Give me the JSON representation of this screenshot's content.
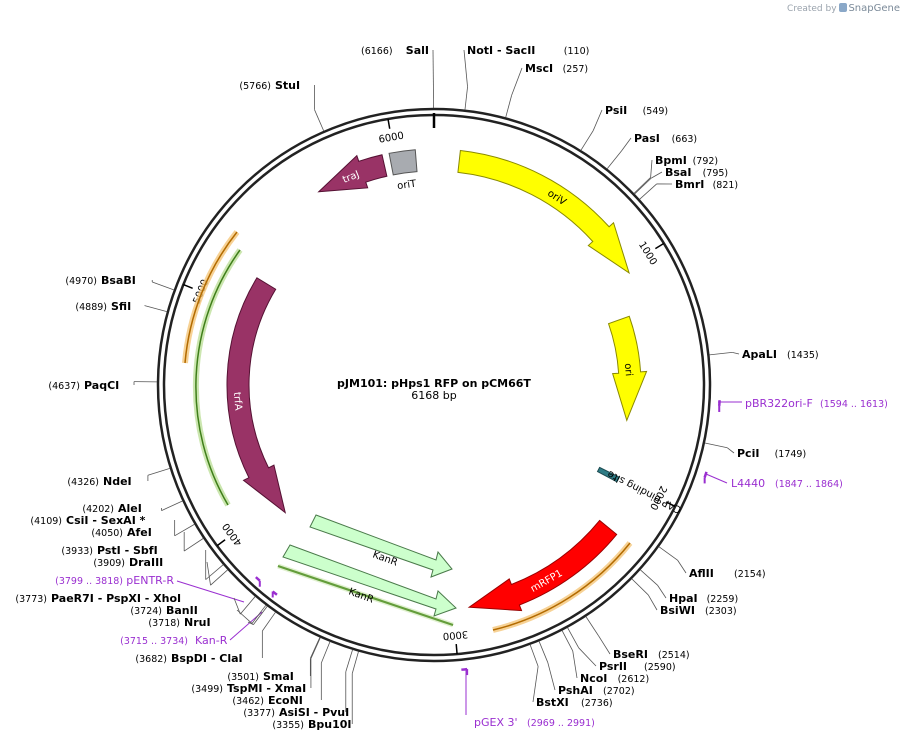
{
  "credit": {
    "prefix": "Created by",
    "brand": "SnapGene"
  },
  "plasmid": {
    "name": "pJM101: pHps1 RFP on pCM66T",
    "size_label": "6168 bp",
    "length": 6168
  },
  "ticks": [
    {
      "pos": 1000,
      "label": "1000"
    },
    {
      "pos": 2000,
      "label": "2000"
    },
    {
      "pos": 3000,
      "label": "3000"
    },
    {
      "pos": 4000,
      "label": "4000"
    },
    {
      "pos": 5000,
      "label": "5000"
    },
    {
      "pos": 6000,
      "label": "6000"
    }
  ],
  "features": [
    {
      "name": "oriV",
      "label": "oriV",
      "color": "#ffff00",
      "stroke": "#8a8a00",
      "text_color": "#000000",
      "start": 110,
      "end": 1030,
      "dir": 1,
      "ring": "outer"
    },
    {
      "name": "ori",
      "label": "ori",
      "color": "#ffff00",
      "stroke": "#8a8a00",
      "text_color": "#000000",
      "start": 1210,
      "end": 1720,
      "dir": 1,
      "ring": "mid"
    },
    {
      "name": "mrfp1",
      "label": "mRFP1",
      "color": "#ff0000",
      "stroke": "#990000",
      "text_color": "#ffffff",
      "start": 2215,
      "end": 2930,
      "dir": 1,
      "ring": "outer"
    },
    {
      "name": "trfa",
      "label": "trfA",
      "color": "#993366",
      "stroke": "#551133",
      "text_color": "#ffffff",
      "start": 3930,
      "end": 5160,
      "dir": -1,
      "ring": "mid"
    },
    {
      "name": "traj",
      "label": "traJ",
      "color": "#993366",
      "stroke": "#551133",
      "text_color": "#ffffff",
      "start": 5640,
      "end": 5950,
      "dir": -1,
      "ring": "outer"
    },
    {
      "name": "orit",
      "label": "oriT",
      "color": "#a8abb0",
      "stroke": "#555555",
      "text_color": "#000000",
      "start": 5980,
      "end": 6090,
      "dir": 0,
      "ring": "outer"
    },
    {
      "name": "cap-site",
      "label": "CAP binding site",
      "color": "#2e7b85",
      "stroke": "#1c4a50",
      "text_color": "#000000",
      "start": 1995,
      "end": 2020,
      "dir": 0,
      "ring": "mid"
    }
  ],
  "primers": [
    {
      "name": "pBR322ori-F",
      "range": "(1594 .. 1613)",
      "pos": 1604,
      "dir": 1
    },
    {
      "name": "L4440",
      "range": "(1847 .. 1864)",
      "pos": 1855,
      "dir": 1
    },
    {
      "name": "pGEX 3'",
      "range": "(2969 .. 2991)",
      "pos": 2980,
      "dir": -1
    },
    {
      "name": "pENTR-R",
      "range": "(3799 .. 3818)",
      "pos": 3808,
      "dir": -1
    },
    {
      "name": "Kan-R",
      "range": "(3715 .. 3734)",
      "pos": 3725,
      "dir": 1
    }
  ],
  "sites": [
    {
      "pos": 6166,
      "name": "SalI"
    },
    {
      "pos": 110,
      "name": "NotI - SacII"
    },
    {
      "pos": 257,
      "name": "MscI"
    },
    {
      "pos": 549,
      "name": "PsiI"
    },
    {
      "pos": 663,
      "name": "PasI"
    },
    {
      "pos": 792,
      "name": "BpmI"
    },
    {
      "pos": 795,
      "name": "BsaI"
    },
    {
      "pos": 821,
      "name": "BmrI"
    },
    {
      "pos": 1435,
      "name": "ApaLI"
    },
    {
      "pos": 1749,
      "name": "PciI"
    },
    {
      "pos": 2154,
      "name": "AflII"
    },
    {
      "pos": 2259,
      "name": "HpaI"
    },
    {
      "pos": 2303,
      "name": "BsiWI"
    },
    {
      "pos": 2514,
      "name": "BseRI"
    },
    {
      "pos": 2590,
      "name": "PsrII"
    },
    {
      "pos": 2612,
      "name": "NcoI"
    },
    {
      "pos": 2702,
      "name": "PshAI"
    },
    {
      "pos": 2736,
      "name": "BstXI"
    },
    {
      "pos": 3355,
      "name": "Bpu10I"
    },
    {
      "pos": 3377,
      "name": "AsiSI - PvuI"
    },
    {
      "pos": 3462,
      "name": "EcoNI"
    },
    {
      "pos": 3499,
      "name": "TspMI - XmaI"
    },
    {
      "pos": 3501,
      "name": "SmaI"
    },
    {
      "pos": 3682,
      "name": "BspDI - ClaI"
    },
    {
      "pos": 3718,
      "name": "NruI"
    },
    {
      "pos": 3724,
      "name": "BanII"
    },
    {
      "pos": 3773,
      "name": "PaeR7I - PspXI - XhoI"
    },
    {
      "pos": 3909,
      "name": "DraIII"
    },
    {
      "pos": 3933,
      "name": "PstI - SbfI"
    },
    {
      "pos": 4050,
      "name": "AfeI"
    },
    {
      "pos": 4109,
      "name": "CsiI - SexAI *"
    },
    {
      "pos": 4202,
      "name": "AleI"
    },
    {
      "pos": 4326,
      "name": "NdeI"
    },
    {
      "pos": 4637,
      "name": "PaqCI"
    },
    {
      "pos": 4889,
      "name": "SfiI"
    },
    {
      "pos": 4970,
      "name": "BsaBI"
    },
    {
      "pos": 5766,
      "name": "StuI"
    }
  ],
  "colors": {
    "backbone": "#222222",
    "primer": "#9a2fd0",
    "kanr_fill": "#ccffcc",
    "kanr_stroke": "#4a7a4a"
  }
}
